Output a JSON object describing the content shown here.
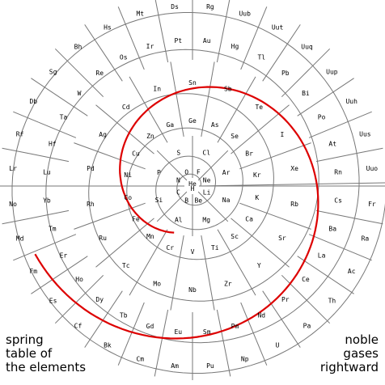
{
  "caption_left": [
    "spring",
    "table of",
    "the elements"
  ],
  "caption_right": [
    "noble",
    "gases",
    "rightward"
  ],
  "colors": {
    "lines": "#777777",
    "highlight": "#dd0000",
    "text": "#000000"
  },
  "elements": [
    "H",
    "He",
    "Li",
    "Be",
    "B",
    "C",
    "N",
    "O",
    "F",
    "Ne",
    "Na",
    "Mg",
    "Al",
    "Si",
    "P",
    "S",
    "Cl",
    "Ar",
    "K",
    "Ca",
    "Sc",
    "Ti",
    "V",
    "Cr",
    "Mn",
    "Fe",
    "Co",
    "Ni",
    "Cu",
    "Zn",
    "Ga",
    "Ge",
    "As",
    "Se",
    "Br",
    "Kr",
    "Rb",
    "Sr",
    "Y",
    "Zr",
    "Nb",
    "Mo",
    "Tc",
    "Ru",
    "Rh",
    "Pd",
    "Ag",
    "Cd",
    "In",
    "Sn",
    "Sb",
    "Te",
    "I",
    "Xe",
    "Cs",
    "Ba",
    "La",
    "Ce",
    "Pr",
    "Nd",
    "Pm",
    "Sm",
    "Eu",
    "Gd",
    "Tb",
    "Dy",
    "Ho",
    "Er",
    "Tm",
    "Yb",
    "Lu",
    "Hf",
    "Ta",
    "W",
    "Re",
    "Os",
    "Ir",
    "Pt",
    "Au",
    "Hg",
    "Tl",
    "Pb",
    "Bi",
    "Po",
    "At",
    "Rn",
    "Fr",
    "Ra",
    "Ac",
    "Th",
    "Pa",
    "U",
    "Np",
    "Pu",
    "Am",
    "Cm",
    "Bk",
    "Cf",
    "Es",
    "Fm",
    "Md",
    "No",
    "Lr",
    "Rf",
    "Db",
    "Sg",
    "Bh",
    "Hs",
    "Mt",
    "Ds",
    "Rg",
    "Uub",
    "Uut",
    "Uuq",
    "Uup",
    "Uuh",
    "Uus",
    "Uuo"
  ]
}
